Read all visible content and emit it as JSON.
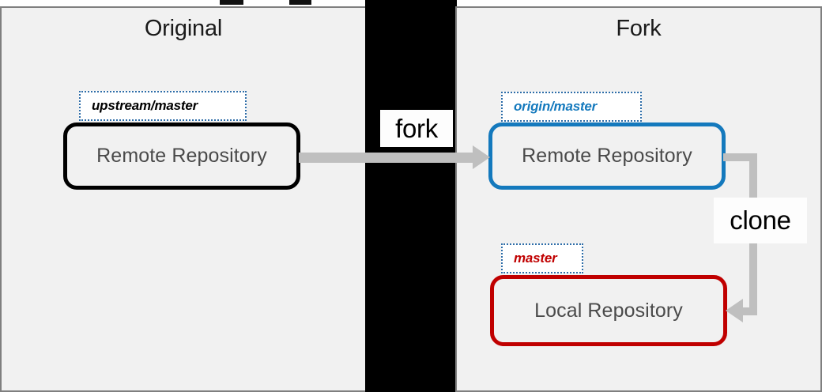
{
  "diagram": {
    "title_hidden_fragment": "",
    "panels": [
      {
        "id": "original",
        "title": "Original"
      },
      {
        "id": "fork",
        "title": "Fork"
      }
    ],
    "boxes": [
      {
        "id": "upstream-remote",
        "label": "Remote Repository",
        "border_color": "#000000",
        "branch_tag": "upstream/master",
        "tag_color": "#000000"
      },
      {
        "id": "origin-remote",
        "label": "Remote Repository",
        "border_color": "#1479bd",
        "branch_tag": "origin/master",
        "tag_color": "#1479bd"
      },
      {
        "id": "local-repo",
        "label": "Local Repository",
        "border_color": "#c00000",
        "branch_tag": "master",
        "tag_color": "#c00000"
      }
    ],
    "operations": [
      {
        "id": "fork",
        "label": "fork",
        "from": "upstream-remote",
        "to": "origin-remote"
      },
      {
        "id": "clone",
        "label": "clone",
        "from": "origin-remote",
        "to": "local-repo"
      }
    ],
    "colors": {
      "panel_fill": "#f1f1f1",
      "panel_border": "#7f7f7f",
      "divider": "#000000",
      "arrow": "#bfbfbf",
      "box_text": "#4a4a4a",
      "tag_border": "#2e6da8",
      "blue": "#1479bd",
      "red": "#c00000"
    }
  }
}
